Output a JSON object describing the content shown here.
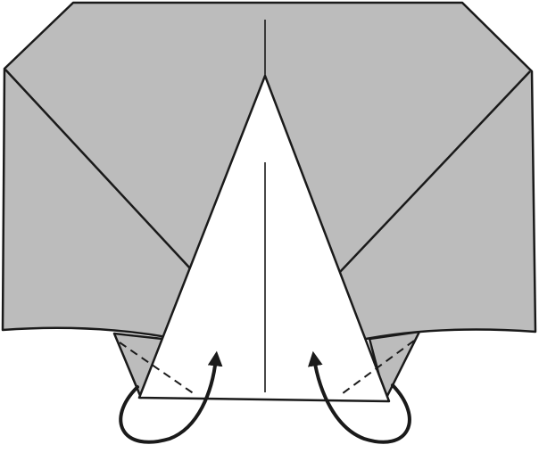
{
  "diagram": {
    "kind": "origami-fold-step",
    "colors": {
      "paper_back": "#bcbcbc",
      "paper_front": "#ffffff",
      "line": "#1a1a1a"
    },
    "folds": [
      {
        "side": "left",
        "line": "valley-fold-dashed",
        "arrow": "fold-up-behind"
      },
      {
        "side": "right",
        "line": "valley-fold-dashed",
        "arrow": "fold-up-behind"
      }
    ]
  }
}
